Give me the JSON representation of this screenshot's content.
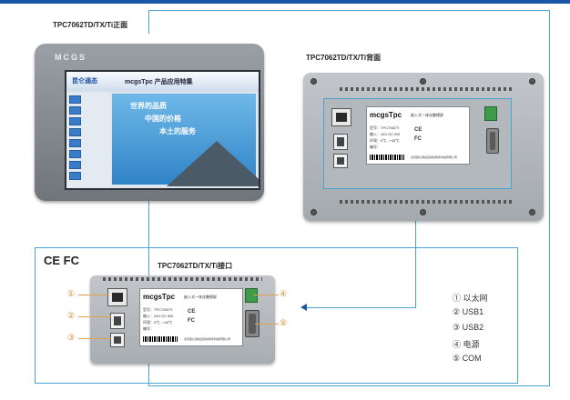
{
  "captions": {
    "front": "TPC7062TD/TX/Ti正面",
    "back": "TPC7062TD/TX/Ti背面",
    "interface": "TPC7062TD/TX/Ti接口"
  },
  "front_panel": {
    "brand": "MCGS",
    "screen_logo_left": "昆仑通态",
    "screen_logo_right": "mcgsTpc 产品应用特集",
    "screen_slogan": [
      "世界的品质",
      "中国的价格",
      "本土的服务"
    ]
  },
  "device_label": {
    "logo": "mcgsTpc",
    "title": "嵌入式一体化触摸屏",
    "lines": [
      "型号：TPC7062TI",
      "输入：24V DC 5W",
      "环境：0℃...+45℃",
      "编号："
    ],
    "cert_1": "CE",
    "cert_2": "FC",
    "footer": "北京昆仑通态自动化软件科技有限公司"
  },
  "certifications": "CE FC",
  "interfaces": [
    {
      "num": "1",
      "label": "以太网"
    },
    {
      "num": "2",
      "label": "USB1"
    },
    {
      "num": "3",
      "label": "USB2"
    },
    {
      "num": "4",
      "label": "电源"
    },
    {
      "num": "5",
      "label": "COM"
    }
  ],
  "callouts": [
    "①",
    "②",
    "③",
    "④",
    "⑤"
  ],
  "colors": {
    "accent": "#4aa3d6",
    "callout": "#d28a2a",
    "topbar": "#1a56a8"
  }
}
